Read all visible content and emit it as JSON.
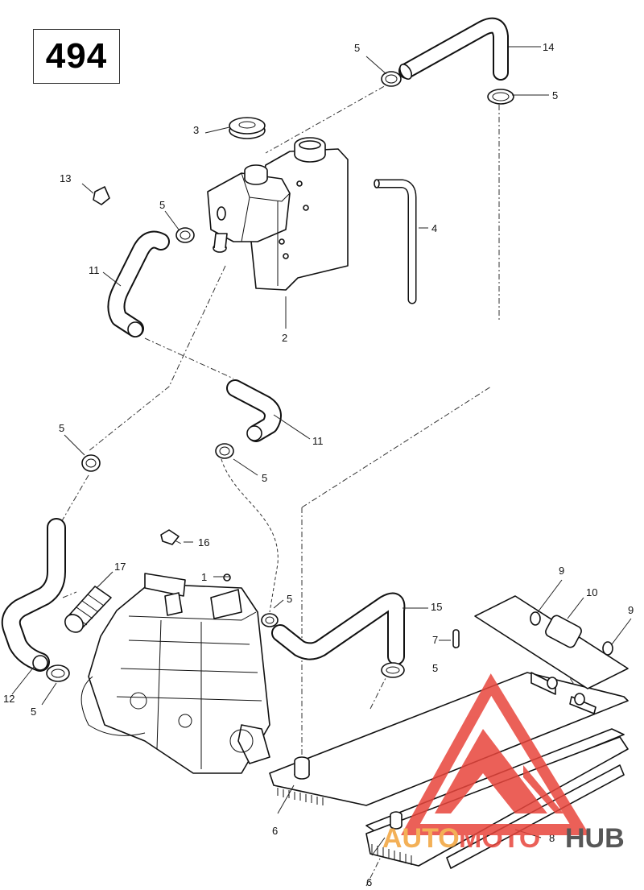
{
  "page_number": "494",
  "callouts": {
    "c1": "1",
    "c2": "2",
    "c3": "3",
    "c4": "4",
    "c5": "5",
    "c6": "6",
    "c7": "7",
    "c8": "8",
    "c9": "9",
    "c10": "10",
    "c11": "11",
    "c12": "12",
    "c13": "13",
    "c14": "14",
    "c15": "15",
    "c16": "16",
    "c17": "17"
  },
  "watermark": {
    "part1": "AUTO",
    "part2": "MOTO",
    "part3": "HUB",
    "color_primary": "#e8453c",
    "color_secondary": "#f2a33a",
    "color_dark": "#3a3a3a"
  }
}
